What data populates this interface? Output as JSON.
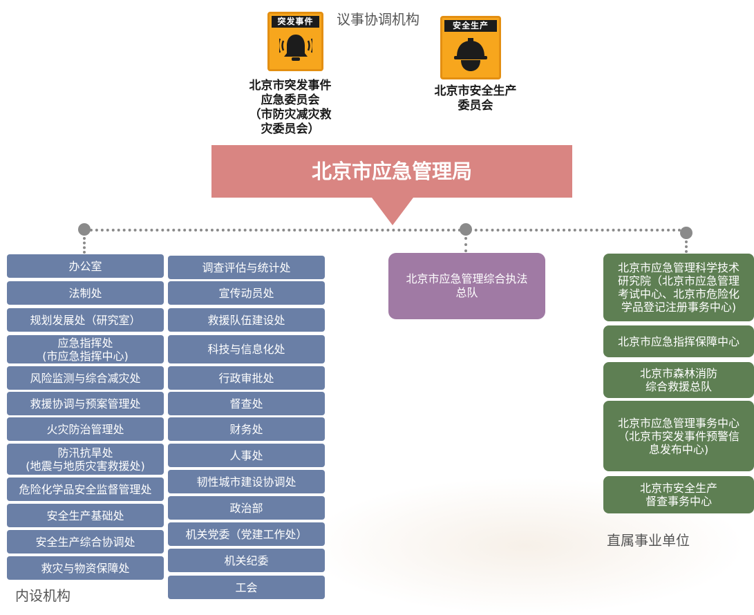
{
  "coordination": {
    "caption": "议事协调机构",
    "emergency_badge": "突发事件",
    "emergency_icon": "alarm-bell-icon",
    "emergency_committee": "北京市突发事件\n应急委员会\n（市防灾减灾救\n灾委员会）",
    "safety_badge": "安全生产",
    "safety_icon": "hard-hat-icon",
    "safety_committee": "北京市安全生产\n委员会"
  },
  "bureau": {
    "title": "北京市应急管理局"
  },
  "internal": {
    "caption": "内设机构",
    "left_column": [
      "办公室",
      "法制处",
      "规划发展处（研究室）",
      "应急指挥处\n(市应急指挥中心)",
      "风险监测与综合减灾处",
      "救援协调与预案管理处",
      "火灾防治管理处",
      "防汛抗旱处\n(地震与地质灾害救援处)",
      "危险化学品安全监督管理处",
      "安全生产基础处",
      "安全生产综合协调处",
      "救灾与物资保障处"
    ],
    "right_column": [
      "调查评估与统计处",
      "宣传动员处",
      "救援队伍建设处",
      "科技与信息化处",
      "行政审批处",
      "督查处",
      "财务处",
      "人事处",
      "韧性城市建设协调处",
      "政治部",
      "机关党委（党建工作处）",
      "机关纪委",
      "工会"
    ]
  },
  "enforcement": {
    "label": "北京市应急管理综合执法\n总队"
  },
  "affiliated": {
    "caption": "直属事业单位",
    "units": [
      "北京市应急管理科学技术\n研究院（北京市应急管理\n考试中心、北京市危险化\n学品登记注册事务中心)",
      "北京市应急指挥保障中心",
      "北京市森林消防\n综合救援总队",
      "北京市应急管理事务中心\n（北京市突发事件预警信\n息发布中心)",
      "北京市安全生产\n督查事务中心"
    ]
  },
  "colors": {
    "bureau_bar": "#d98582",
    "internal_box": "#6a7fa6",
    "enforcement_box": "#a07aa4",
    "affiliated_box": "#5e7f53",
    "badge": "#f7a61d",
    "connector": "#8a8a8a"
  }
}
